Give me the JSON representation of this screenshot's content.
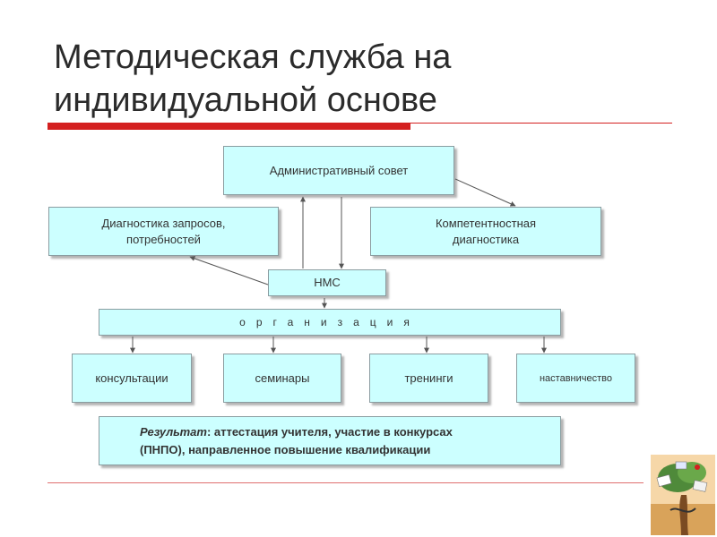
{
  "slide": {
    "title_line1": "Методическая служба на",
    "title_line2": "индивидуальной основе"
  },
  "diagram": {
    "admin_council": "Административный совет",
    "diag_requests_line1": "Диагностика запросов,",
    "diag_requests_line2": "потребностей",
    "competence_line1": "Компетентностная",
    "competence_line2": "диагностика",
    "nms": "НМС",
    "organization": "организация",
    "consultations": "консультации",
    "seminars": "семинары",
    "trainings": "тренинги",
    "mentoring": "наставничество",
    "result_label": "Результат",
    "result_line1_rest": ": аттестация учителя, участие в конкурсах",
    "result_line2": "(ПНПО), направленное повышение квалификации"
  },
  "colors": {
    "box_fill": "#ccffff",
    "accent_red": "#d42020"
  },
  "icons": {
    "logo": "tree-with-books-icon"
  }
}
